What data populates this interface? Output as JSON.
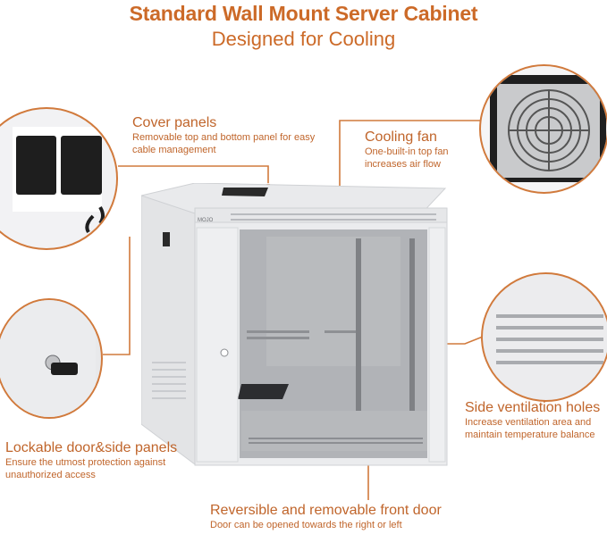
{
  "title": "Standard Wall Mount Server Cabinet",
  "subtitle": "Designed for Cooling",
  "features": {
    "cover_panels": {
      "title": "Cover panels",
      "desc": "Removable top and bottom panel for easy cable management"
    },
    "cooling_fan": {
      "title": "Cooling fan",
      "desc": "One-built-in top fan increases air flow"
    },
    "lockable": {
      "title": "Lockable door&side panels",
      "desc": "Ensure the utmost protection against unauthorized access"
    },
    "side_vent": {
      "title": "Side ventilation holes",
      "desc": "Increase ventilation area and maintain temperature balance"
    },
    "front_door": {
      "title": "Reversible and removable front door",
      "desc": "Door can be opened towards the right or left"
    }
  },
  "brand_label": "MOJO",
  "colors": {
    "accent": "#cc6a28",
    "cabinet": "#ecedef",
    "panel": "#222222"
  }
}
